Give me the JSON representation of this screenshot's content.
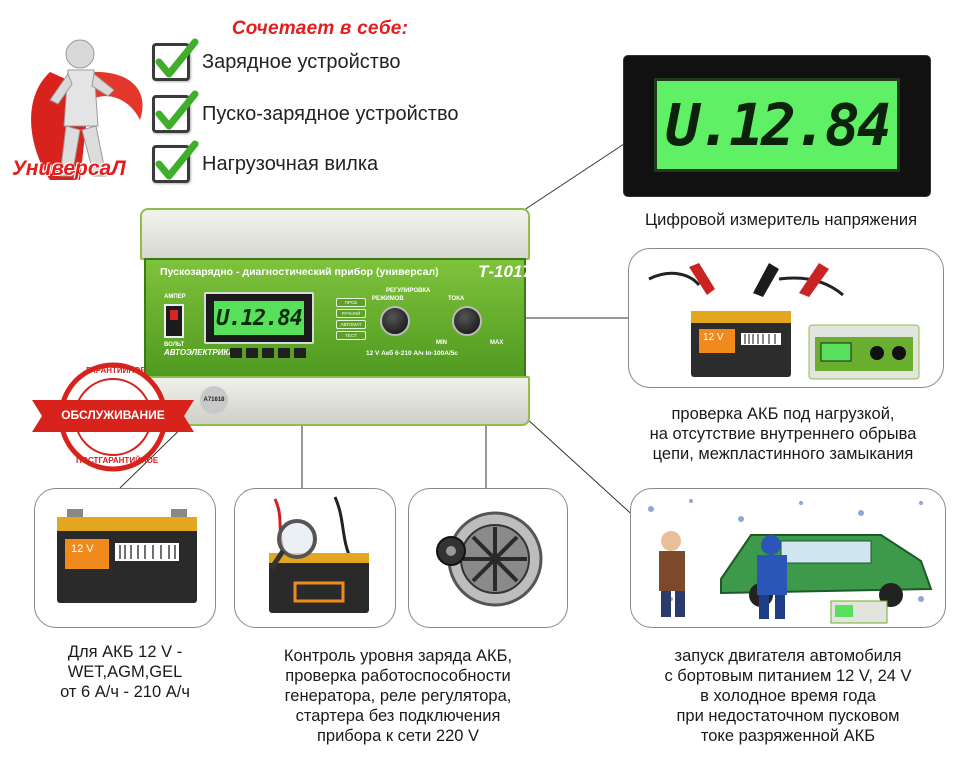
{
  "headline": "Сочетает в себе:",
  "features": [
    "Зарядное устройство",
    "Пуско-зарядное устройство",
    "Нагрузочная вилка"
  ],
  "hero_caption": "УниверсаЛ",
  "device": {
    "title": "Пускозарядно - диагностический прибор (универсал)",
    "model": "Т-1017",
    "display": "U.12.84",
    "brand": "АВТОЭЛЕКТРИКА",
    "spec": "12 V Акб 6-210 А/ч Iп-100А/5с",
    "regulation": "РЕГУЛИРОВКА",
    "ammeter_label": "АМПЕР",
    "volt_label": "ВОЛЬТ",
    "modes": [
      "ПРСБ",
      "РУЧНОЙ",
      "АВТОМАТ",
      "ТЕСТ"
    ],
    "knob_labels": [
      "РЕЖИМОВ",
      "ТОКА"
    ],
    "min_label": "MIN",
    "max_label": "MAX",
    "sticker": "А71618"
  },
  "voltmeter": {
    "display": "U.12.84",
    "caption": "Цифровой измеритель напряжения"
  },
  "stamp": {
    "top_text": "ГАРАНТИЙНОЕ",
    "ribbon_text": "ОБСЛУЖИВАНИЕ",
    "bottom_text": "ПОСТГАРАНТИЙНОЕ"
  },
  "load_test": {
    "battery_label": "12 V",
    "caption": [
      "проверка АКБ под нагрузкой,",
      "на отсутствие внутреннего обрыва",
      "цепи, межпластинного замыкания"
    ]
  },
  "battery": {
    "label": "12 V",
    "caption": [
      "Для АКБ 12 V -",
      "WET,AGM,GEL",
      "от 6 А/ч - 210 А/ч"
    ]
  },
  "control": {
    "caption": [
      "Контроль уровня заряда АКБ,",
      "проверка работоспособности",
      "генератора, реле регулятора,",
      "стартера без подключения",
      "прибора к сети 220 V"
    ]
  },
  "start": {
    "caption": [
      "запуск двигателя автомобиля",
      "с бортовым питанием 12 V, 24 V",
      "в холодное время года",
      "при недостаточном пусковом",
      "токе разряженной АКБ"
    ]
  },
  "colors": {
    "accent_red": "#e31d1d",
    "device_green": "#6aae2f",
    "lcd_green": "#5ff066"
  }
}
